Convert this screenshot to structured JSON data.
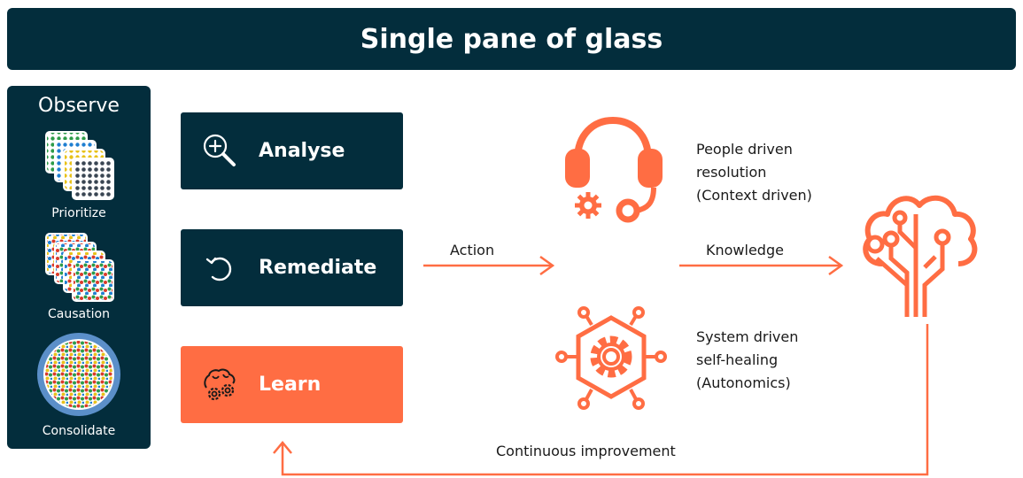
{
  "banner": {
    "title": "Single pane of glass"
  },
  "observe": {
    "title": "Observe",
    "items": [
      {
        "label": "Prioritize"
      },
      {
        "label": "Causation"
      },
      {
        "label": "Consolidate"
      }
    ]
  },
  "actions": [
    {
      "label": "Analyse",
      "icon": "magnify-plus-icon"
    },
    {
      "label": "Remediate",
      "icon": "undo-icon"
    },
    {
      "label": "Learn",
      "icon": "brain-gears-icon"
    }
  ],
  "flow": {
    "action_label": "Action",
    "knowledge_label": "Knowledge",
    "loop_label": "Continuous improvement",
    "people": [
      "People driven",
      "resolution",
      "(Context driven)"
    ],
    "system": [
      "System driven",
      "self-healing",
      "(Autonomics)"
    ]
  },
  "colors": {
    "navy": "#032d3c",
    "orange": "#ff6d43",
    "white": "#ffffff"
  }
}
